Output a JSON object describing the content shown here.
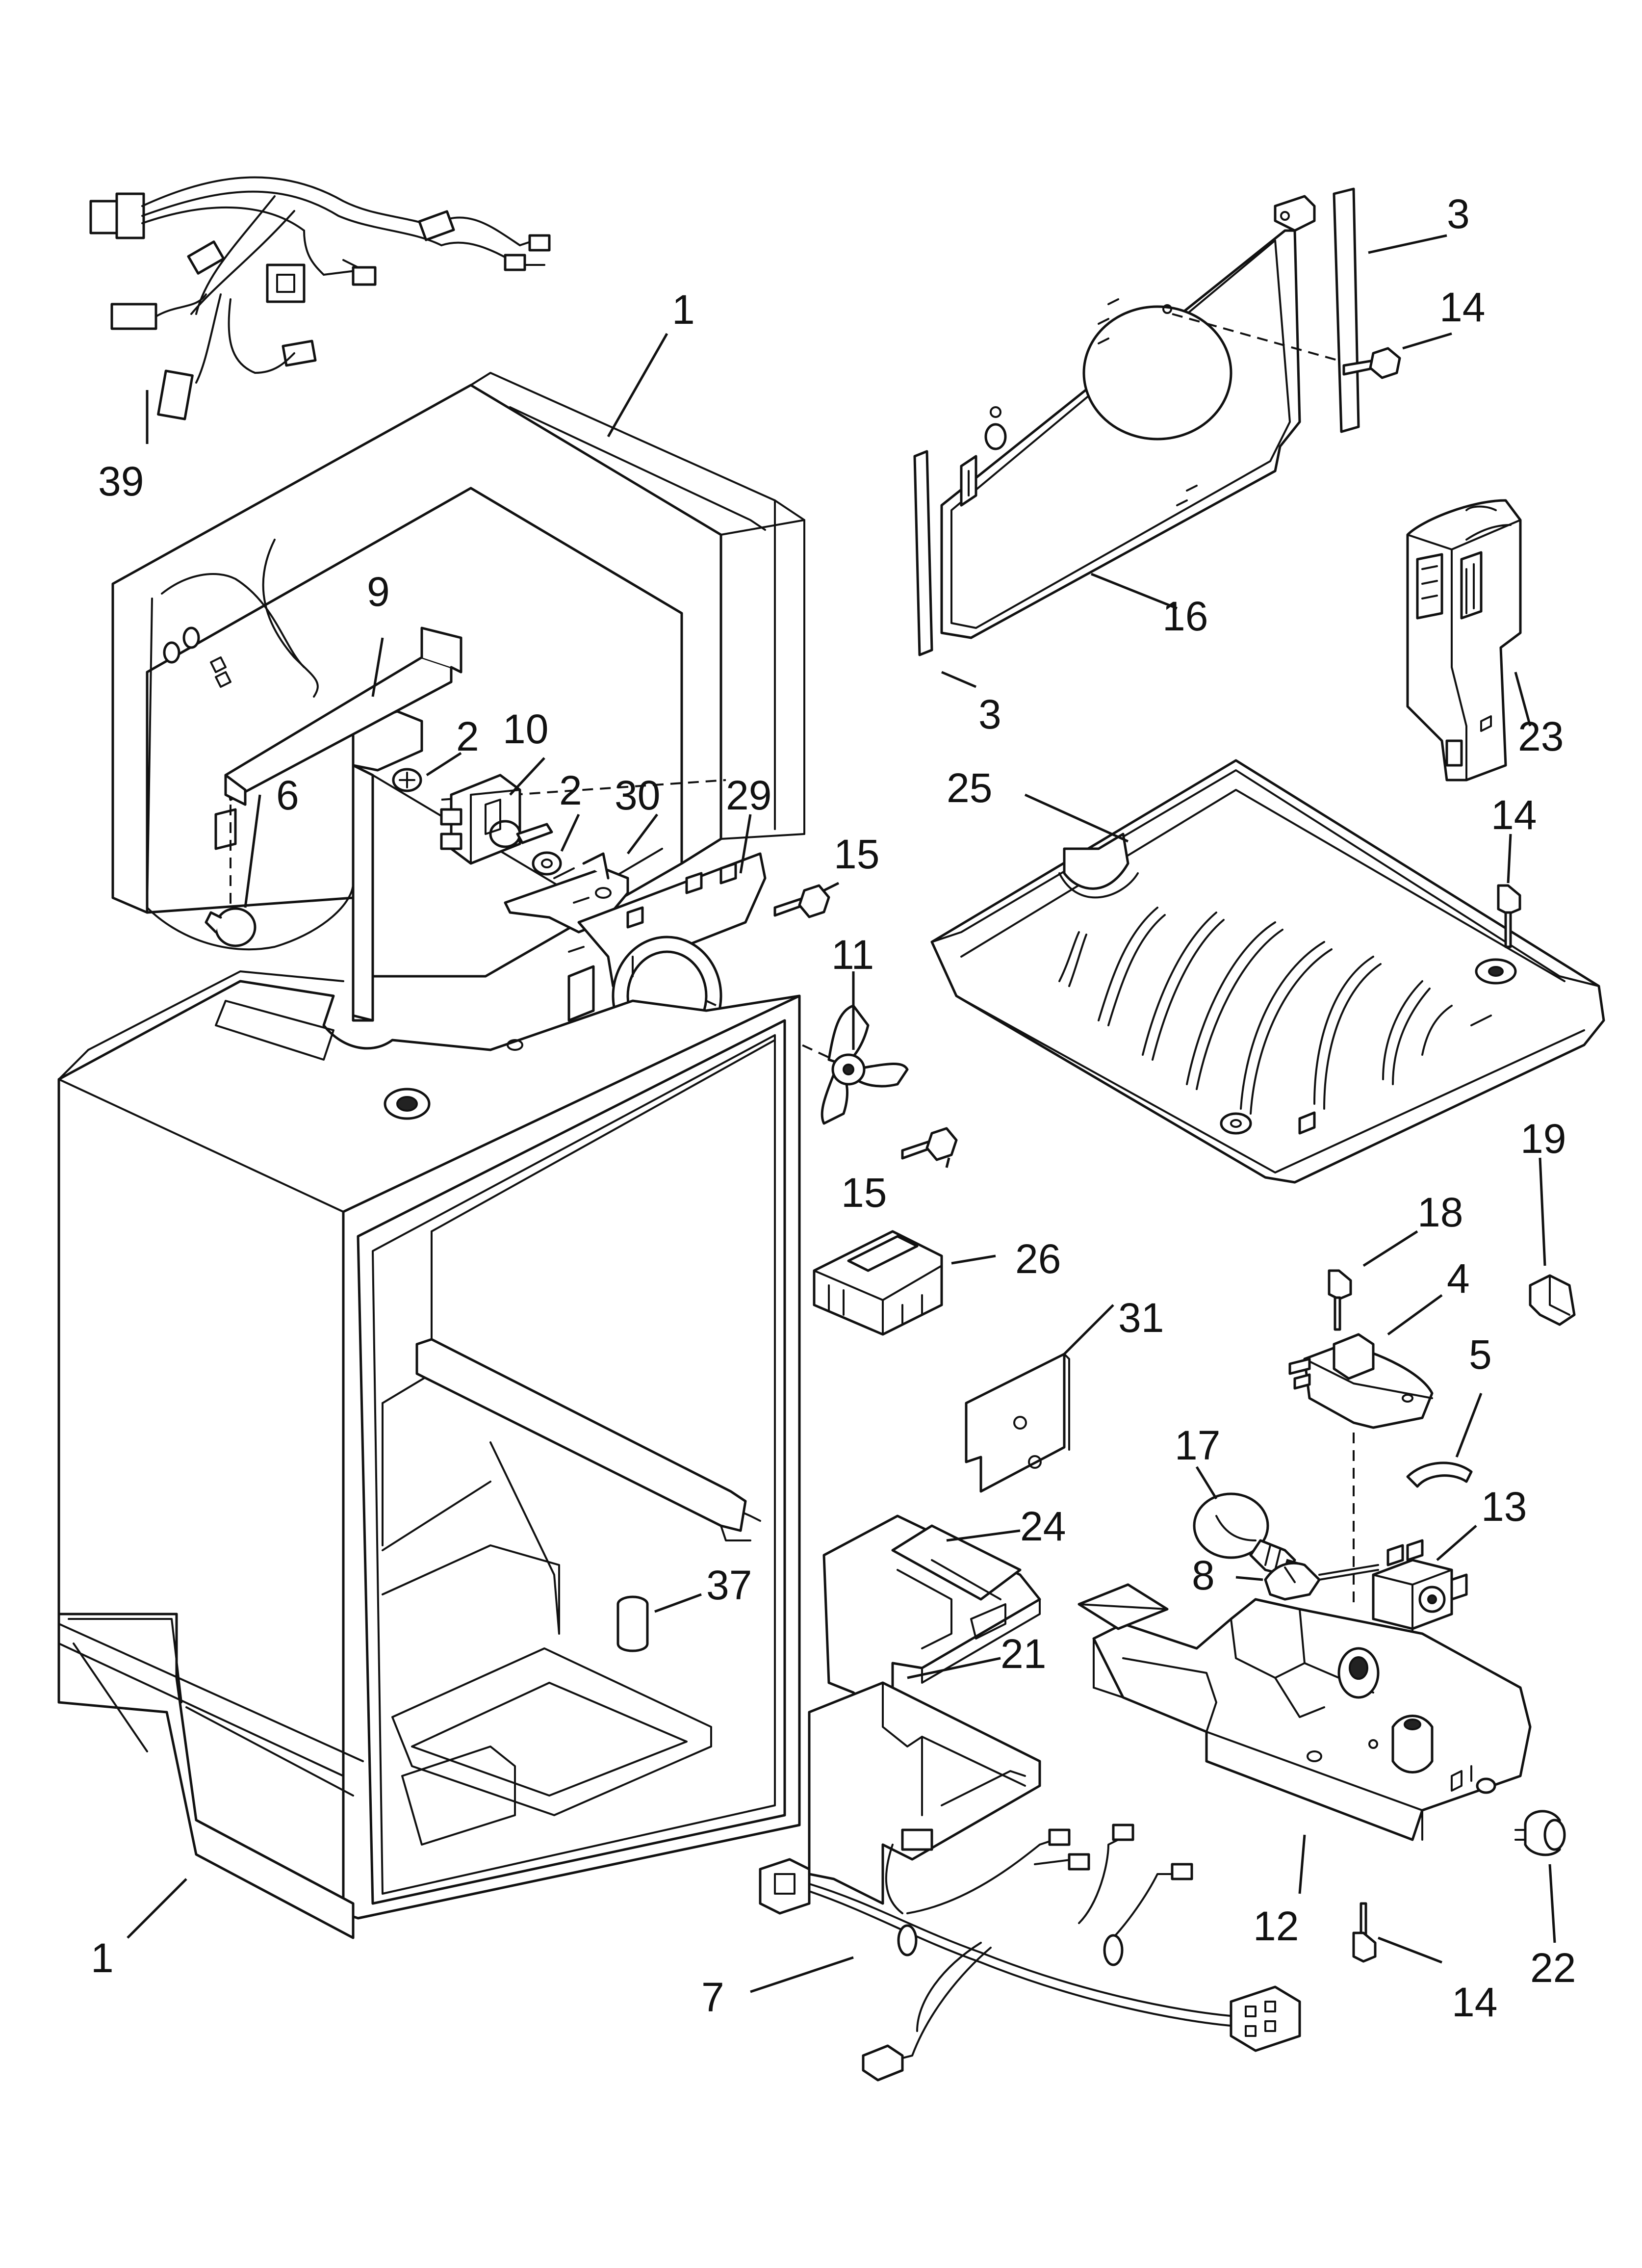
{
  "callouts": [
    {
      "id": "c39",
      "text": "39"
    },
    {
      "id": "c1-top",
      "text": "1"
    },
    {
      "id": "c9",
      "text": "9"
    },
    {
      "id": "c2-a",
      "text": "2"
    },
    {
      "id": "c10",
      "text": "10"
    },
    {
      "id": "c2-b",
      "text": "2"
    },
    {
      "id": "c30",
      "text": "30"
    },
    {
      "id": "c29",
      "text": "29"
    },
    {
      "id": "c6",
      "text": "6"
    },
    {
      "id": "c15-a",
      "text": "15"
    },
    {
      "id": "c11",
      "text": "11"
    },
    {
      "id": "c15-b",
      "text": "15"
    },
    {
      "id": "c26",
      "text": "26"
    },
    {
      "id": "c31",
      "text": "31"
    },
    {
      "id": "c3-top",
      "text": "3"
    },
    {
      "id": "c14-a",
      "text": "14"
    },
    {
      "id": "c16",
      "text": "16"
    },
    {
      "id": "c3-bottom",
      "text": "3"
    },
    {
      "id": "c23",
      "text": "23"
    },
    {
      "id": "c25",
      "text": "25"
    },
    {
      "id": "c14-b",
      "text": "14"
    },
    {
      "id": "c19",
      "text": "19"
    },
    {
      "id": "c18",
      "text": "18"
    },
    {
      "id": "c4",
      "text": "4"
    },
    {
      "id": "c5",
      "text": "5"
    },
    {
      "id": "c17",
      "text": "17"
    },
    {
      "id": "c13",
      "text": "13"
    },
    {
      "id": "c8",
      "text": "8"
    },
    {
      "id": "c24",
      "text": "24"
    },
    {
      "id": "c37",
      "text": "37"
    },
    {
      "id": "c21",
      "text": "21"
    },
    {
      "id": "c12",
      "text": "12"
    },
    {
      "id": "c22",
      "text": "22"
    },
    {
      "id": "c14-c",
      "text": "14"
    },
    {
      "id": "c7",
      "text": "7"
    },
    {
      "id": "c1-bottom",
      "text": "1"
    }
  ]
}
